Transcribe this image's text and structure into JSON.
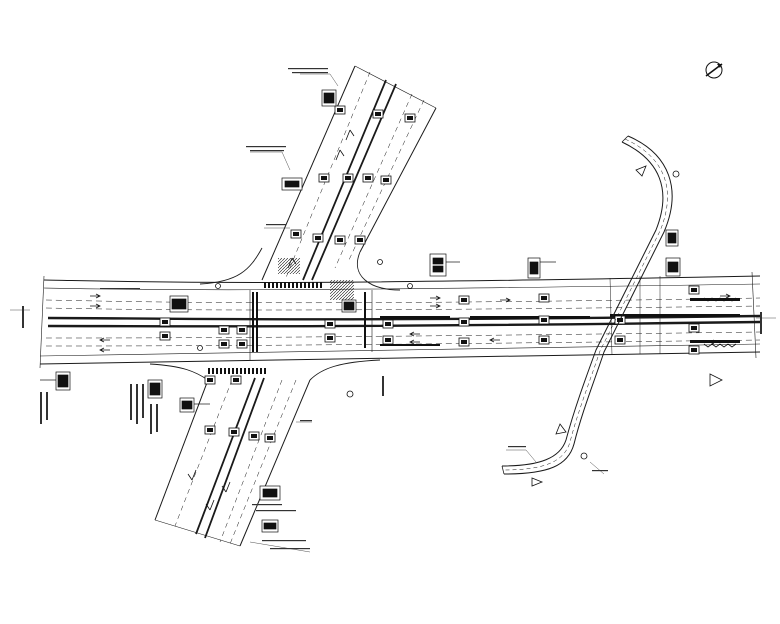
{
  "drawing": {
    "background": "#ffffff",
    "line_color": "#1a1a1a",
    "north_arrow_icon": "north-arrow-icon",
    "elements": [
      "main-road",
      "crossing-road",
      "ramp",
      "sign-panels",
      "lane-arrows",
      "crosswalks",
      "signal-heads"
    ]
  }
}
